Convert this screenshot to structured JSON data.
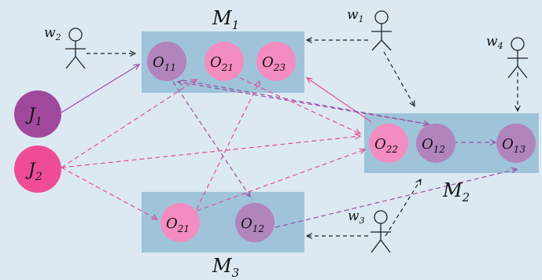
{
  "colors": {
    "background": "#dce9f2",
    "machine_box": "#9fc4da",
    "job_j1": "#a0499c",
    "job_j2": "#ee4d96",
    "op_purple": "#b184bc",
    "op_pink": "#f38cc0",
    "arrow_purple": "#9b4fa3",
    "arrow_pink": "#e0509a",
    "arrow_worker": "#222222"
  },
  "machines": {
    "m1": {
      "base": "M",
      "sub": "1"
    },
    "m2": {
      "base": "M",
      "sub": "2"
    },
    "m3": {
      "base": "M",
      "sub": "3"
    }
  },
  "jobs": {
    "j1": {
      "base": "J",
      "sub": "1"
    },
    "j2": {
      "base": "J",
      "sub": "2"
    }
  },
  "operations": {
    "m1_o11": {
      "base": "O",
      "sub": "11"
    },
    "m1_o21": {
      "base": "O",
      "sub": "21"
    },
    "m1_o23": {
      "base": "O",
      "sub": "23"
    },
    "m2_o22": {
      "base": "O",
      "sub": "22"
    },
    "m2_o12": {
      "base": "O",
      "sub": "12"
    },
    "m2_o13": {
      "base": "O",
      "sub": "13"
    },
    "m3_o21": {
      "base": "O",
      "sub": "21"
    },
    "m3_o12": {
      "base": "O",
      "sub": "12"
    }
  },
  "workers": {
    "w1": {
      "base": "w",
      "sub": "1"
    },
    "w2": {
      "base": "w",
      "sub": "2"
    },
    "w3": {
      "base": "w",
      "sub": "3"
    },
    "w4": {
      "base": "w",
      "sub": "4"
    }
  }
}
